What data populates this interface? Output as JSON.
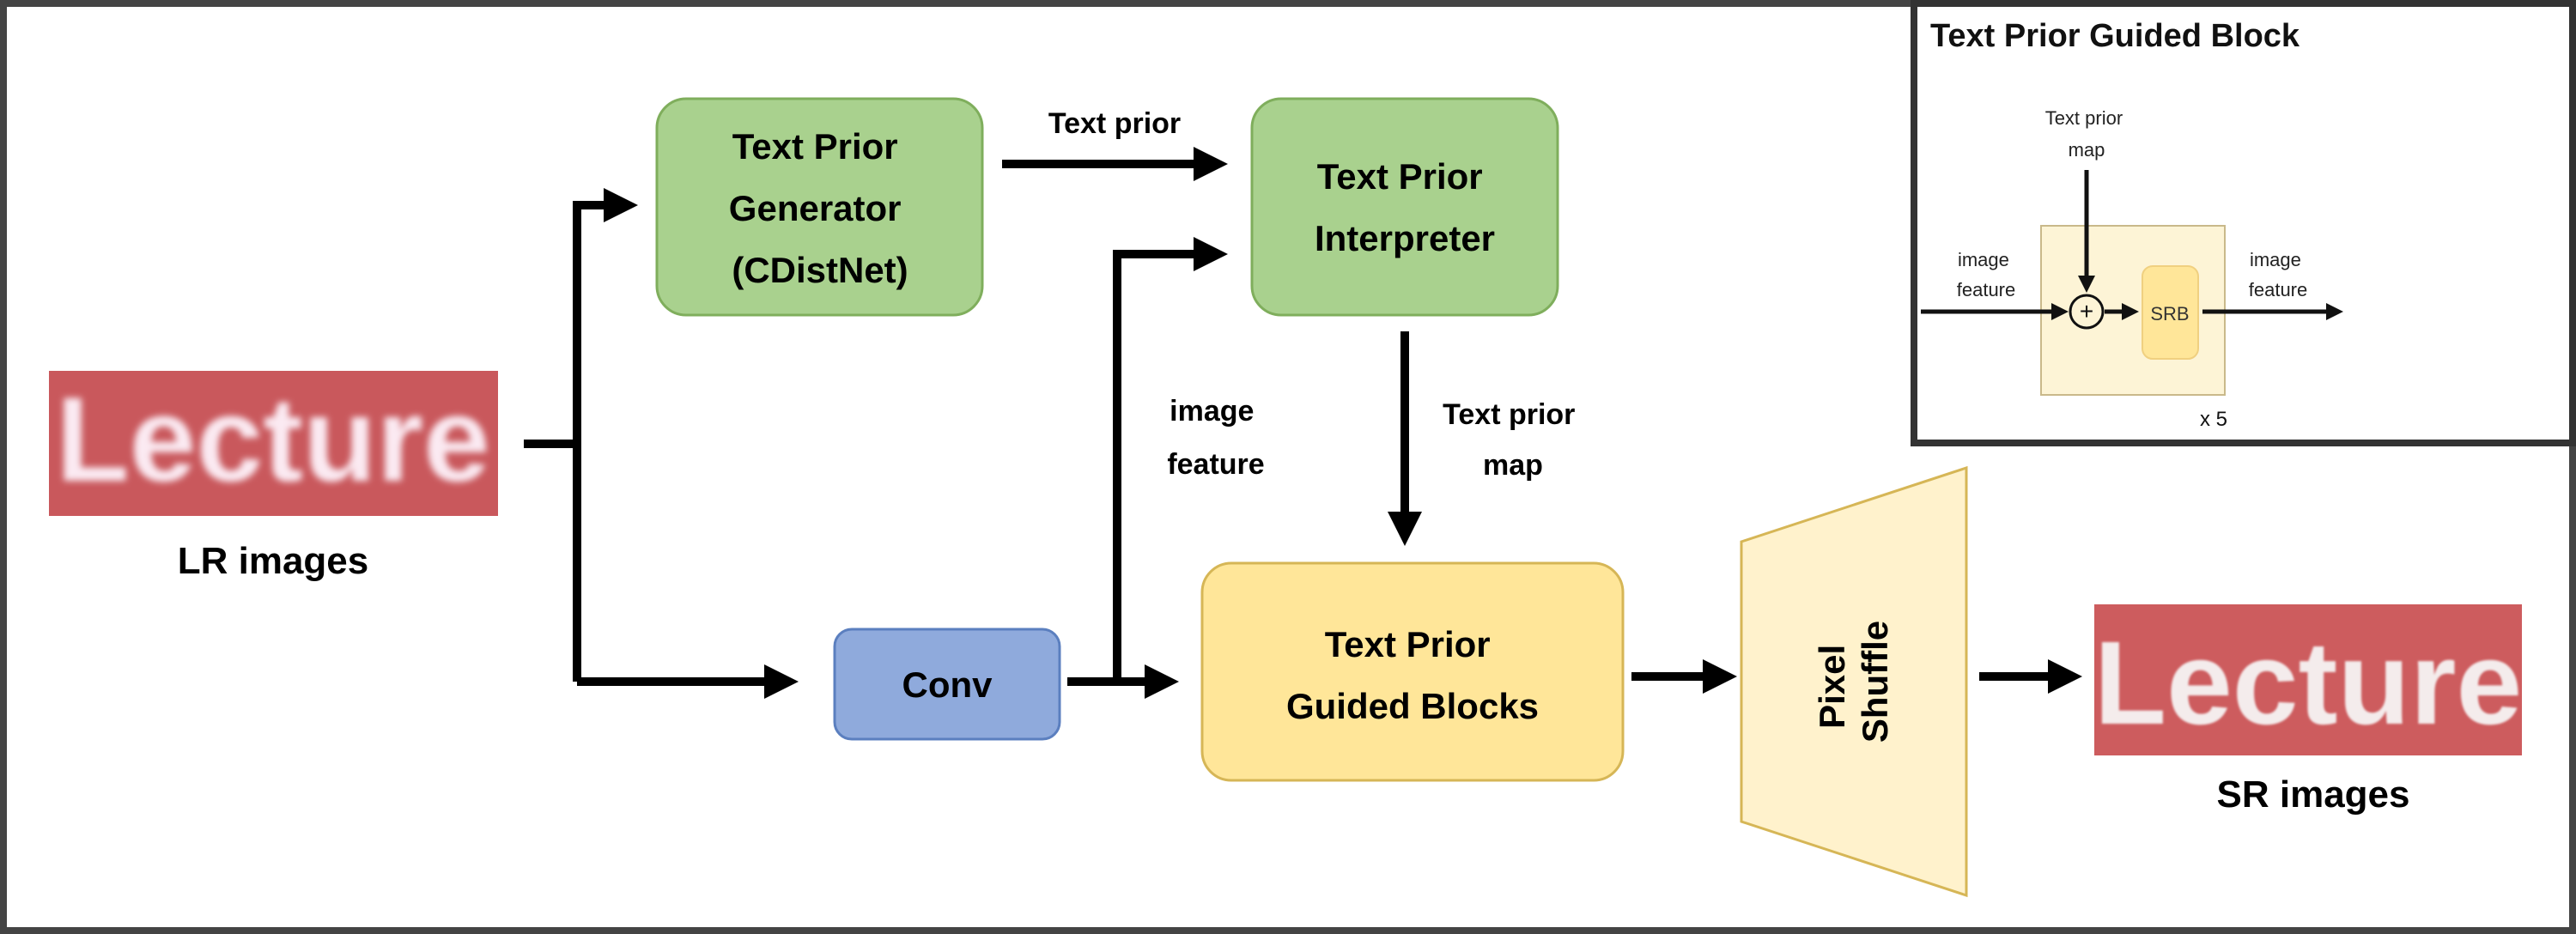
{
  "colors": {
    "green_fill": "#a9d18e",
    "green_stroke": "#7fae5c",
    "blue_fill": "#8faadc",
    "blue_stroke": "#5b7fbf",
    "yellow_fill": "#ffe699",
    "yellow_stroke": "#d6b656",
    "light_yellow": "#fff2cc",
    "lecture_red": "#c9585c"
  },
  "inputs": {
    "lr_image_text": "Lecture",
    "lr_label": "LR images"
  },
  "outputs": {
    "sr_image_text": "Lecture",
    "sr_label": "SR images"
  },
  "blocks": {
    "generator": [
      "Text Prior",
      "Generator",
      "(CDistNet)"
    ],
    "interpreter": [
      "Text Prior",
      "Interpreter"
    ],
    "conv": "Conv",
    "guided": [
      "Text Prior",
      "Guided Blocks"
    ],
    "pixel_shuffle": [
      "Pixel",
      "Shuffle"
    ]
  },
  "edges": {
    "text_prior": "Text prior",
    "image_feature": [
      "image",
      "feature"
    ],
    "text_prior_map": [
      "Text prior",
      "map"
    ]
  },
  "inset": {
    "title": "Text Prior Guided Block",
    "text_prior_map": [
      "Text prior",
      "map"
    ],
    "input_label": [
      "image",
      "feature"
    ],
    "output_label": [
      "image",
      "feature"
    ],
    "add_symbol": "+",
    "srb": "SRB",
    "repeat": "x 5"
  }
}
